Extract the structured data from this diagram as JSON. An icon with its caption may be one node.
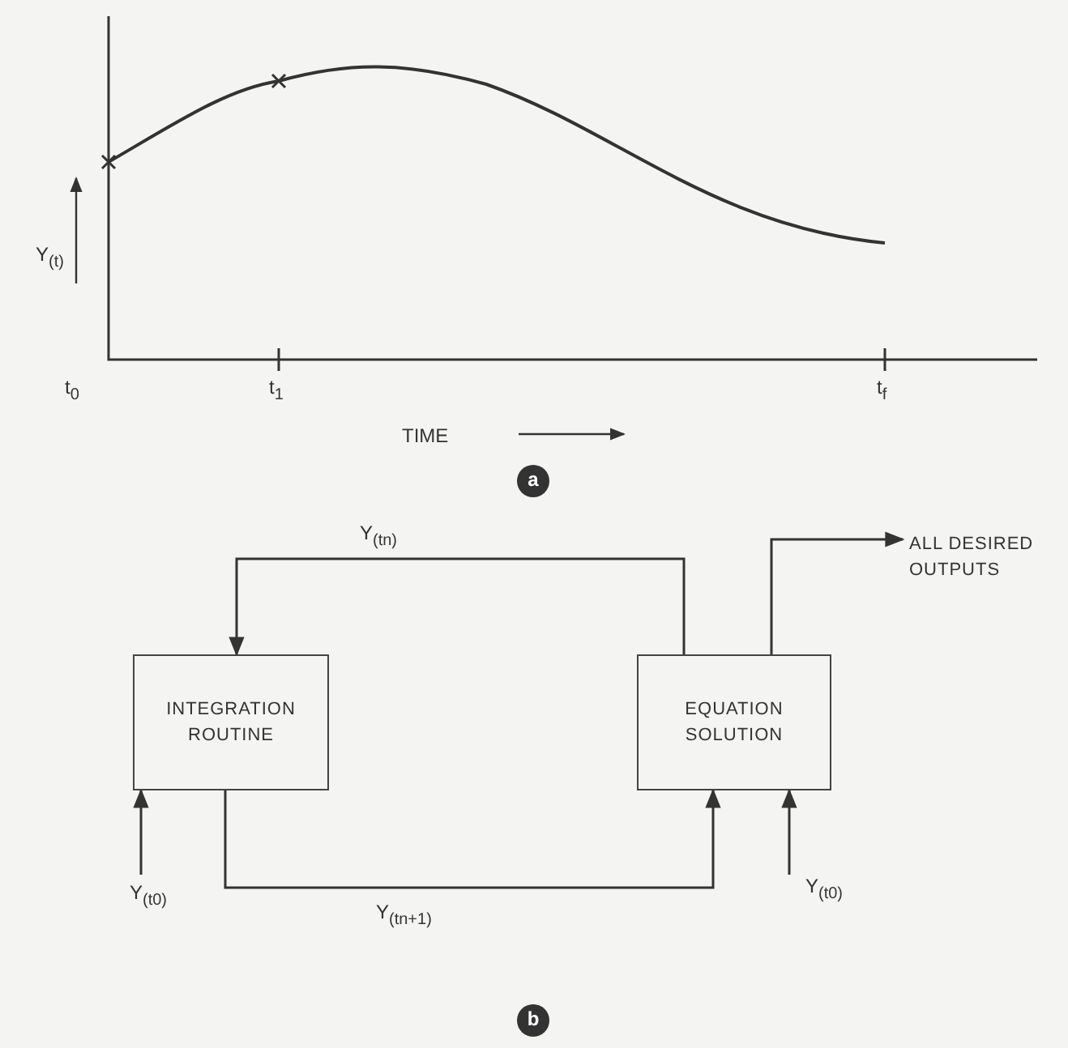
{
  "diagram": {
    "nodes": [
      {
        "text": [
          "INTEGRATION ROUTINE"
        ]
      },
      {
        "text": [
          "EQUATION SOLUTION"
        ]
      },
      {
        "text": [
          "ALL DESIRED OUTPUTS"
        ]
      }
    ],
    "edges": [
      {
        "from": 1,
        "to": 0,
        "arrow": "to",
        "label": "Y$_{(tn)}$"
      },
      {
        "from": 0,
        "to": 1,
        "arrow": "to",
        "label": "Y$_{(tn+1)}$"
      },
      {
        "from": 1,
        "to": 2,
        "arrow": "to"
      },
      {
        "from": null,
        "to": 0,
        "arrow": "to",
        "label": "Y$_{(t0)}$"
      },
      {
        "from": null,
        "to": 1,
        "arrow": "to",
        "label": "Y$_{(t0)}$"
      }
    ],
    "labels": [
      "Y$_{(t)}$",
      "t$_{0}$",
      "t$_{1}$",
      "t$_{f}$",
      "TIME",
      "a",
      "b"
    ]
  }
}
